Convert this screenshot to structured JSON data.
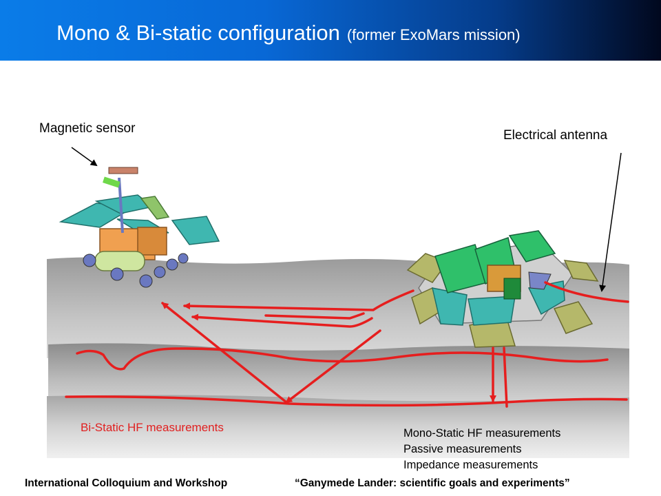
{
  "header": {
    "title": "Mono & Bi-static configuration",
    "subtitle": "(former ExoMars mission)"
  },
  "labels": {
    "magnetic_sensor": "Magnetic sensor",
    "electrical_antenna": "Electrical antenna",
    "bistatic": "Bi-Static HF measurements",
    "mono_list": [
      "Mono-Static HF measurements",
      "Passive measurements",
      "Impedance measurements"
    ]
  },
  "footer": {
    "left": "International Colloquium and Workshop",
    "right": "“Ganymede Lander: scientific goals and experiments”"
  },
  "colors": {
    "header_start": "#0a7ce8",
    "header_end": "#01081e",
    "signal": "#e61e1e",
    "solar_panel": "#3fb7b0",
    "lander_body": "#b5b86a"
  },
  "icons": [
    "rover-icon",
    "lander-icon"
  ]
}
